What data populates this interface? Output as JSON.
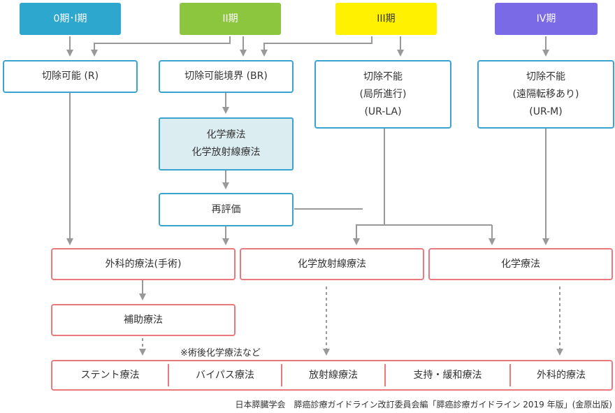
{
  "stages": {
    "s0": {
      "label": "0期･I期",
      "color": "#2ea7cf"
    },
    "s2": {
      "label": "II期",
      "color": "#8cc63f"
    },
    "s3": {
      "label": "III期",
      "color": "#fff100"
    },
    "s4": {
      "label": "IV期",
      "color": "#7a6ae6"
    }
  },
  "classification": {
    "resectable": "切除可能 (R)",
    "borderline": "切除可能境界 (BR)",
    "la_line1": "切除不能",
    "la_line2": "(局所進行)",
    "la_line3": "(UR-LA)",
    "m_line1": "切除不能",
    "m_line2": "(遠隔転移あり)",
    "m_line3": "(UR-M)"
  },
  "neoadjuvant": {
    "line1": "化学療法",
    "line2": "化学放射線療法"
  },
  "reevaluation": "再評価",
  "treatments": {
    "surgery": "外科的療法(手術)",
    "chemoradiation": "化学放射線療法",
    "chemotherapy": "化学療法",
    "adjuvant": "補助療法"
  },
  "note": "※術後化学療法など",
  "bottom_row": [
    "ステント療法",
    "バイパス療法",
    "放射線療法",
    "支持・緩和療法",
    "外科的療法"
  ],
  "source": "日本膵臓学会　膵癌診療ガイドライン改訂委員会編「膵癌診療ガイドライン 2019 年版」(金原出版)",
  "colors": {
    "arrow": "#999999",
    "blue_border": "#3aa3cf",
    "red_border": "#e8797c",
    "chemo_fill": "#dcedf2"
  }
}
